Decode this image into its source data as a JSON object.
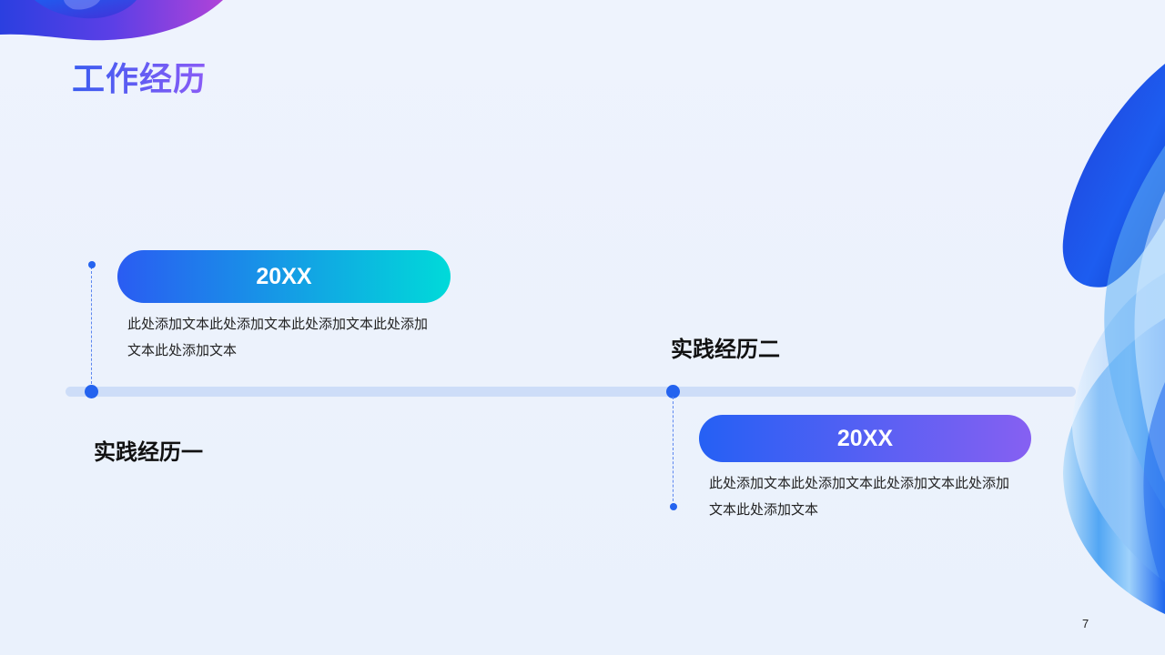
{
  "slide": {
    "title": "工作经历",
    "page_number": "7"
  },
  "timeline": {
    "items": [
      {
        "year": "20XX",
        "description": "此处添加文本此处添加文本此处添加文本此处添加文本此处添加文本",
        "heading": "实践经历一"
      },
      {
        "year": "20XX",
        "description": "此处添加文本此处添加文本此处添加文本此处添加文本此处添加文本",
        "heading": "实践经历二"
      }
    ]
  },
  "colors": {
    "accent": "#2463ef",
    "title_gradient_start": "#3a5cf0",
    "title_gradient_end": "#8a5cf6",
    "pill1_start": "#2a5cf2",
    "pill1_end": "#00dad9",
    "pill2_start": "#2560f4",
    "pill2_end": "#8660f2",
    "background": "#eaf1fc"
  }
}
